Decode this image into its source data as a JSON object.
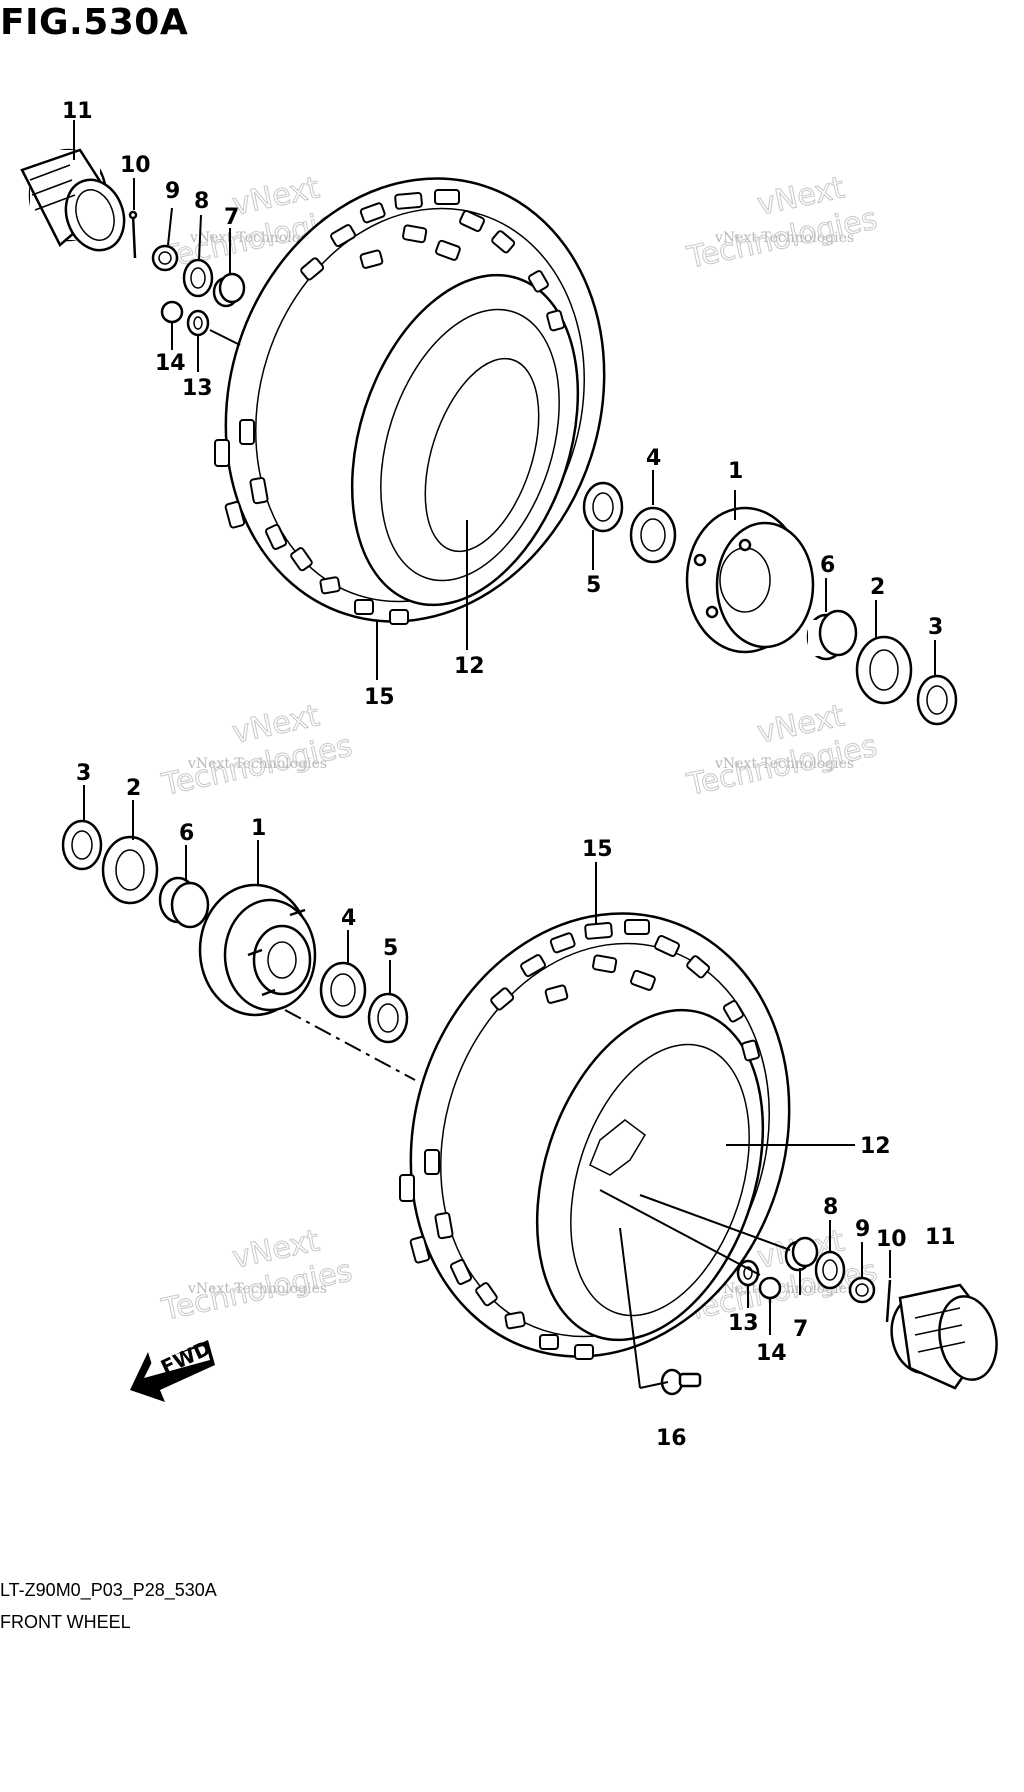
{
  "figure_title": "FIG.530A",
  "drawing_code": "LT-Z90M0_P03_P28_530A",
  "drawing_name": "FRONT WHEEL",
  "fwd_label": "FWD",
  "watermark": {
    "line1": "vNext Technologies",
    "line2": "vNext",
    "line3": "Technologies"
  },
  "callouts_top": {
    "c11": "11",
    "c10": "10",
    "c9": "9",
    "c8": "8",
    "c7": "7",
    "c14": "14",
    "c13": "13",
    "c4": "4",
    "c1": "1",
    "c5": "5",
    "c6": "6",
    "c2": "2",
    "c3": "3",
    "c12": "12",
    "c15": "15"
  },
  "callouts_bottom": {
    "c3": "3",
    "c2": "2",
    "c6": "6",
    "c1": "1",
    "c4": "4",
    "c5": "5",
    "c15": "15",
    "c12": "12",
    "c8": "8",
    "c9": "9",
    "c10": "10",
    "c11": "11",
    "c13": "13",
    "c7": "7",
    "c14": "14",
    "c16": "16"
  }
}
